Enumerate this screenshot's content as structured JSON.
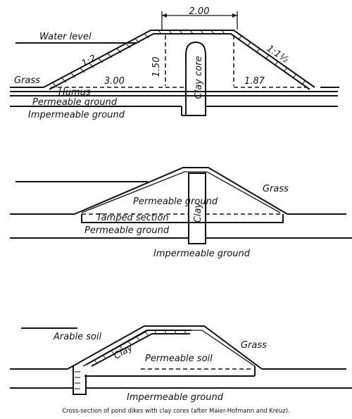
{
  "figure_top": {
    "water_level": "Water level",
    "grass": "Grass",
    "humus": "Humus",
    "permeable_ground": "Permeable ground",
    "impermeable_ground": "Impermeable ground",
    "clay_core": "Clay core",
    "crest_width": "2.00",
    "height": "1.50",
    "slope_left": "1:2",
    "slope_right": "1:1½",
    "base_left": "3.00",
    "base_right": "1.87"
  },
  "figure_middle": {
    "grass": "Grass",
    "permeable_ground_upper": "Permeable ground",
    "tamped_section": "Tamped section",
    "permeable_ground_lower": "Permeable ground",
    "clay": "Clay",
    "impermeable_ground": "Impermeable ground"
  },
  "figure_bottom": {
    "arable_soil": "Arable soil",
    "clay": "Clay",
    "permeable_soil": "Permeable soil",
    "grass": "Grass",
    "impermeable_ground": "Impermeable ground"
  },
  "caption": "Cross-section of pond dikes with clay cores (after Maier-Hofmann and Kreuz)."
}
